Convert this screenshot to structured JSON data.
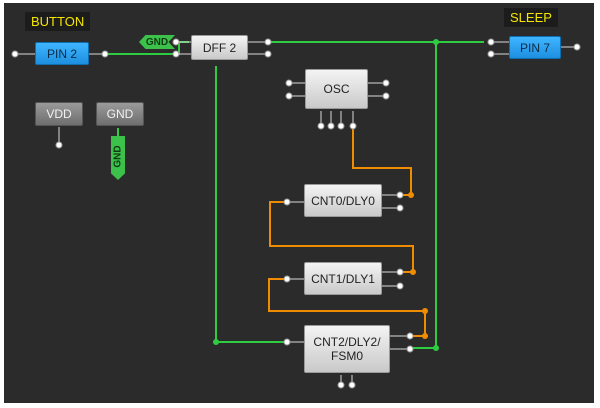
{
  "labels": {
    "button": "BUTTON",
    "sleep": "SLEEP"
  },
  "blocks": {
    "pin2": "PIN 2",
    "pin7": "PIN 7",
    "dff2": "DFF 2",
    "osc": "OSC",
    "vdd": "VDD",
    "gnd": "GND",
    "cnt0": "CNT0/DLY0",
    "cnt1": "CNT1/DLY1",
    "cnt2": "CNT2/DLY2/\nFSM0"
  },
  "tags": {
    "gnd_tag": "GND",
    "gnd_vertical": "GND"
  },
  "colors": {
    "canvas": "#2b2b2b",
    "wire_green": "#2ecc40",
    "wire_orange": "#f08c00",
    "label_text": "#f5e600",
    "pin_blue": "#1d9bf0"
  }
}
